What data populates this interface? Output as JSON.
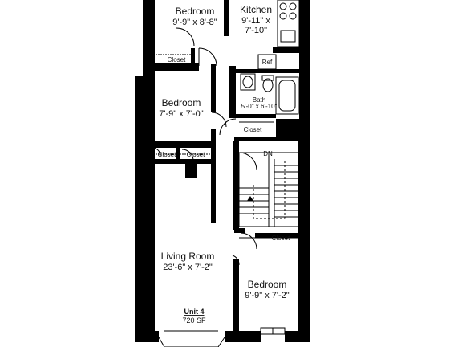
{
  "rooms": {
    "bedroom_top": {
      "name": "Bedroom",
      "dims": "9'-9\" x 8'-8\""
    },
    "kitchen": {
      "name": "Kitchen",
      "dims_line1": "9'-11\" x",
      "dims_line2": "7'-10\""
    },
    "bedroom_mid": {
      "name": "Bedroom",
      "dims": "7'-9\" x 7'-0\""
    },
    "bath": {
      "name": "Bath",
      "dims": "5'-0\" x 6'-10\""
    },
    "living": {
      "name": "Living Room",
      "dims": "23'-6\" x 7'-2\""
    },
    "bedroom_bottom": {
      "name": "Bedroom",
      "dims": "9'-9\" x 7'-2\""
    }
  },
  "labels": {
    "closet": "Closet",
    "ref": "Ref",
    "stair_down": "DN"
  },
  "unit": {
    "name": "Unit 4",
    "area": "720 SF"
  }
}
